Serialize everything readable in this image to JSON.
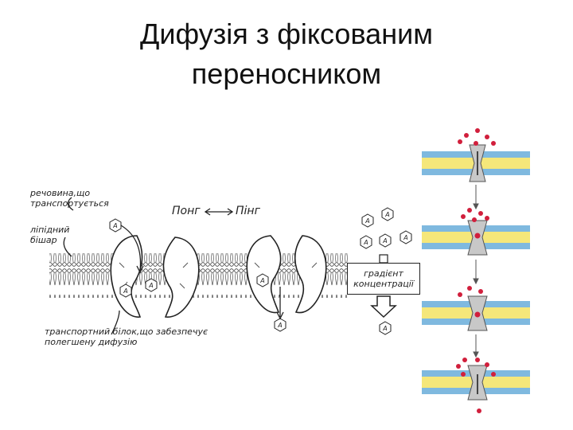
{
  "title": {
    "line1": "Дифузія з фіксованим",
    "line2": "переносником"
  },
  "labels": {
    "substance": [
      "речовина,що",
      "транспортується"
    ],
    "bilayer": [
      "ліпідний",
      "бішар"
    ],
    "protein": [
      "транспортний білок,що забезпечує",
      "полегшену дифузію"
    ],
    "ping": "Понг",
    "pong": "Пінг",
    "gradient": [
      "градієнт",
      "концентрації"
    ],
    "molecule_letter": "A"
  },
  "colors": {
    "membrane_yellow": "#f5e77a",
    "membrane_blue": "#7fb9df",
    "channel_gray": "#c8c8c8",
    "molecule_red": "#d11f3c"
  }
}
